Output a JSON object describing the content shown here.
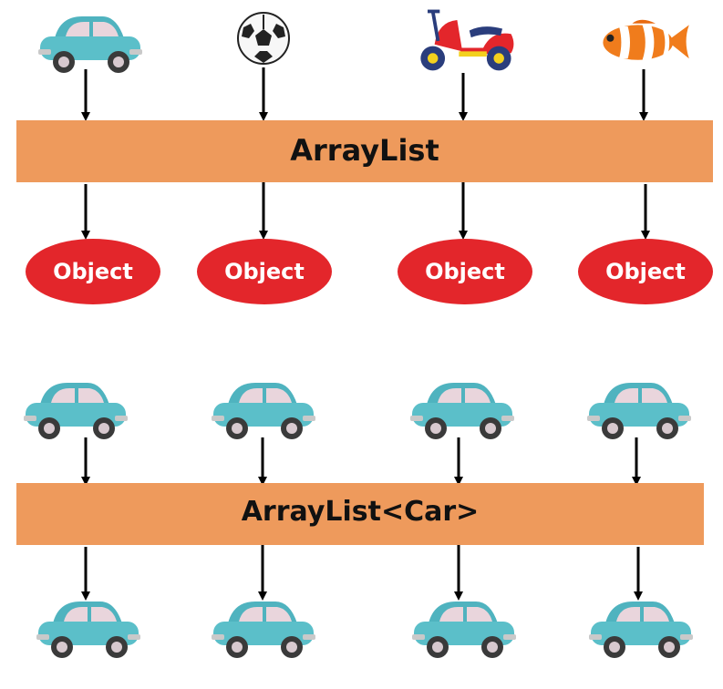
{
  "top_diagram": {
    "band_label": "ArrayList",
    "inputs": [
      "car-icon",
      "soccer-ball-icon",
      "scooter-icon",
      "clownfish-icon"
    ],
    "outputs": [
      "Object",
      "Object",
      "Object",
      "Object"
    ]
  },
  "bottom_diagram": {
    "band_label": "ArrayList<Car>",
    "inputs": [
      "car-icon",
      "car-icon",
      "car-icon",
      "car-icon"
    ],
    "outputs": [
      "car-icon",
      "car-icon",
      "car-icon",
      "car-icon"
    ]
  },
  "colors": {
    "band": "#EE9A5C",
    "oval": "#E3262B",
    "car_body": "#5BBFC9"
  }
}
